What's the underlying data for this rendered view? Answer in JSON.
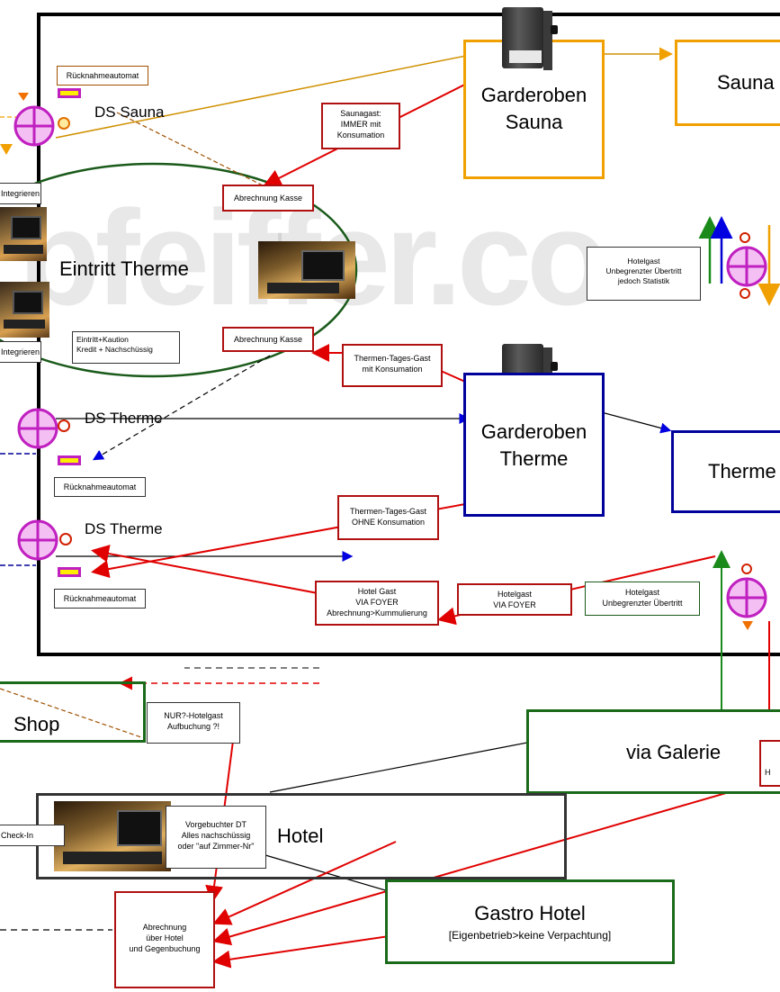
{
  "labels": {
    "ruecknahme_top": "Rücknahmeautomat",
    "ruecknahme_mid": "Rücknahmeautomat",
    "ruecknahme_low": "Rücknahmeautomat",
    "ds_sauna": "DS Sauna",
    "ds_therme_1": "DS Therme",
    "ds_therme_2": "DS Therme",
    "eintritt_therme": "Eintritt Therme",
    "integrieren_1": "Integrieren",
    "integrieren_2": "Integrieren",
    "eintritt_kaution_1": "Eintritt+Kaution",
    "eintritt_kaution_2": "Kredit + Nachschüssig",
    "abrechnung_kasse_1": "Abrechnung Kasse",
    "abrechnung_kasse_2": "Abrechnung Kasse",
    "saunagast_1": "Saunagast:",
    "saunagast_2": "IMMER mit",
    "saunagast_3": "Konsumation",
    "garderoben_sauna_1": "Garderoben",
    "garderoben_sauna_2": "Sauna",
    "sauna": "Sauna",
    "hotelgast_stat_1": "Hotelgast",
    "hotelgast_stat_2": "Unbegrenzter Übertritt",
    "hotelgast_stat_3": "jedoch Statistik",
    "thermen_tages_mit_1": "Thermen-Tages-Gast",
    "thermen_tages_mit_2": "mit Konsumation",
    "garderoben_therme_1": "Garderoben",
    "garderoben_therme_2": "Therme",
    "therme": "Therme",
    "thermen_tages_ohne_1": "Thermen-Tages-Gast",
    "thermen_tages_ohne_2": "OHNE Konsumation",
    "hotel_gast_foyer_1": "Hotel Gast",
    "hotel_gast_foyer_2": "VIA FOYER",
    "hotel_gast_foyer_3": "Abrechnung>Kummulierung",
    "hotelgast_via_foyer_1": "Hotelgast",
    "hotelgast_via_foyer_2": "VIA FOYER",
    "hotelgast_unbegrenzt_1": "Hotelgast",
    "hotelgast_unbegrenzt_2": "Unbegrenzter Übertritt",
    "shop": "Shop",
    "nur_hotelgast_1": "NUR?-Hotelgast",
    "nur_hotelgast_2": "Aufbuchung ?!",
    "via_galerie": "via Galerie",
    "check_in": "Check-In",
    "vorgebucht_1": "Vorgebuchter DT",
    "vorgebucht_2": "Alles nachschüssig",
    "vorgebucht_3": "oder \"auf Zimmer-Nr\"",
    "hotel": "Hotel",
    "gastro_hotel": "Gastro Hotel",
    "gastro_hotel_sub": "[Eigenbetrieb>keine Verpachtung]",
    "abrechnung_hotel_1": "Abrechnung",
    "abrechnung_hotel_2": "über Hotel",
    "abrechnung_hotel_3": "und Gegenbuchung",
    "edge_h": "H",
    "watermark": "pfeiffer.co"
  },
  "colors": {
    "red": "#cc0000",
    "orange": "#f0a000",
    "blue": "#00009a",
    "green": "#1a6a1a",
    "magenta": "#c020c0",
    "frame": "#000000"
  }
}
